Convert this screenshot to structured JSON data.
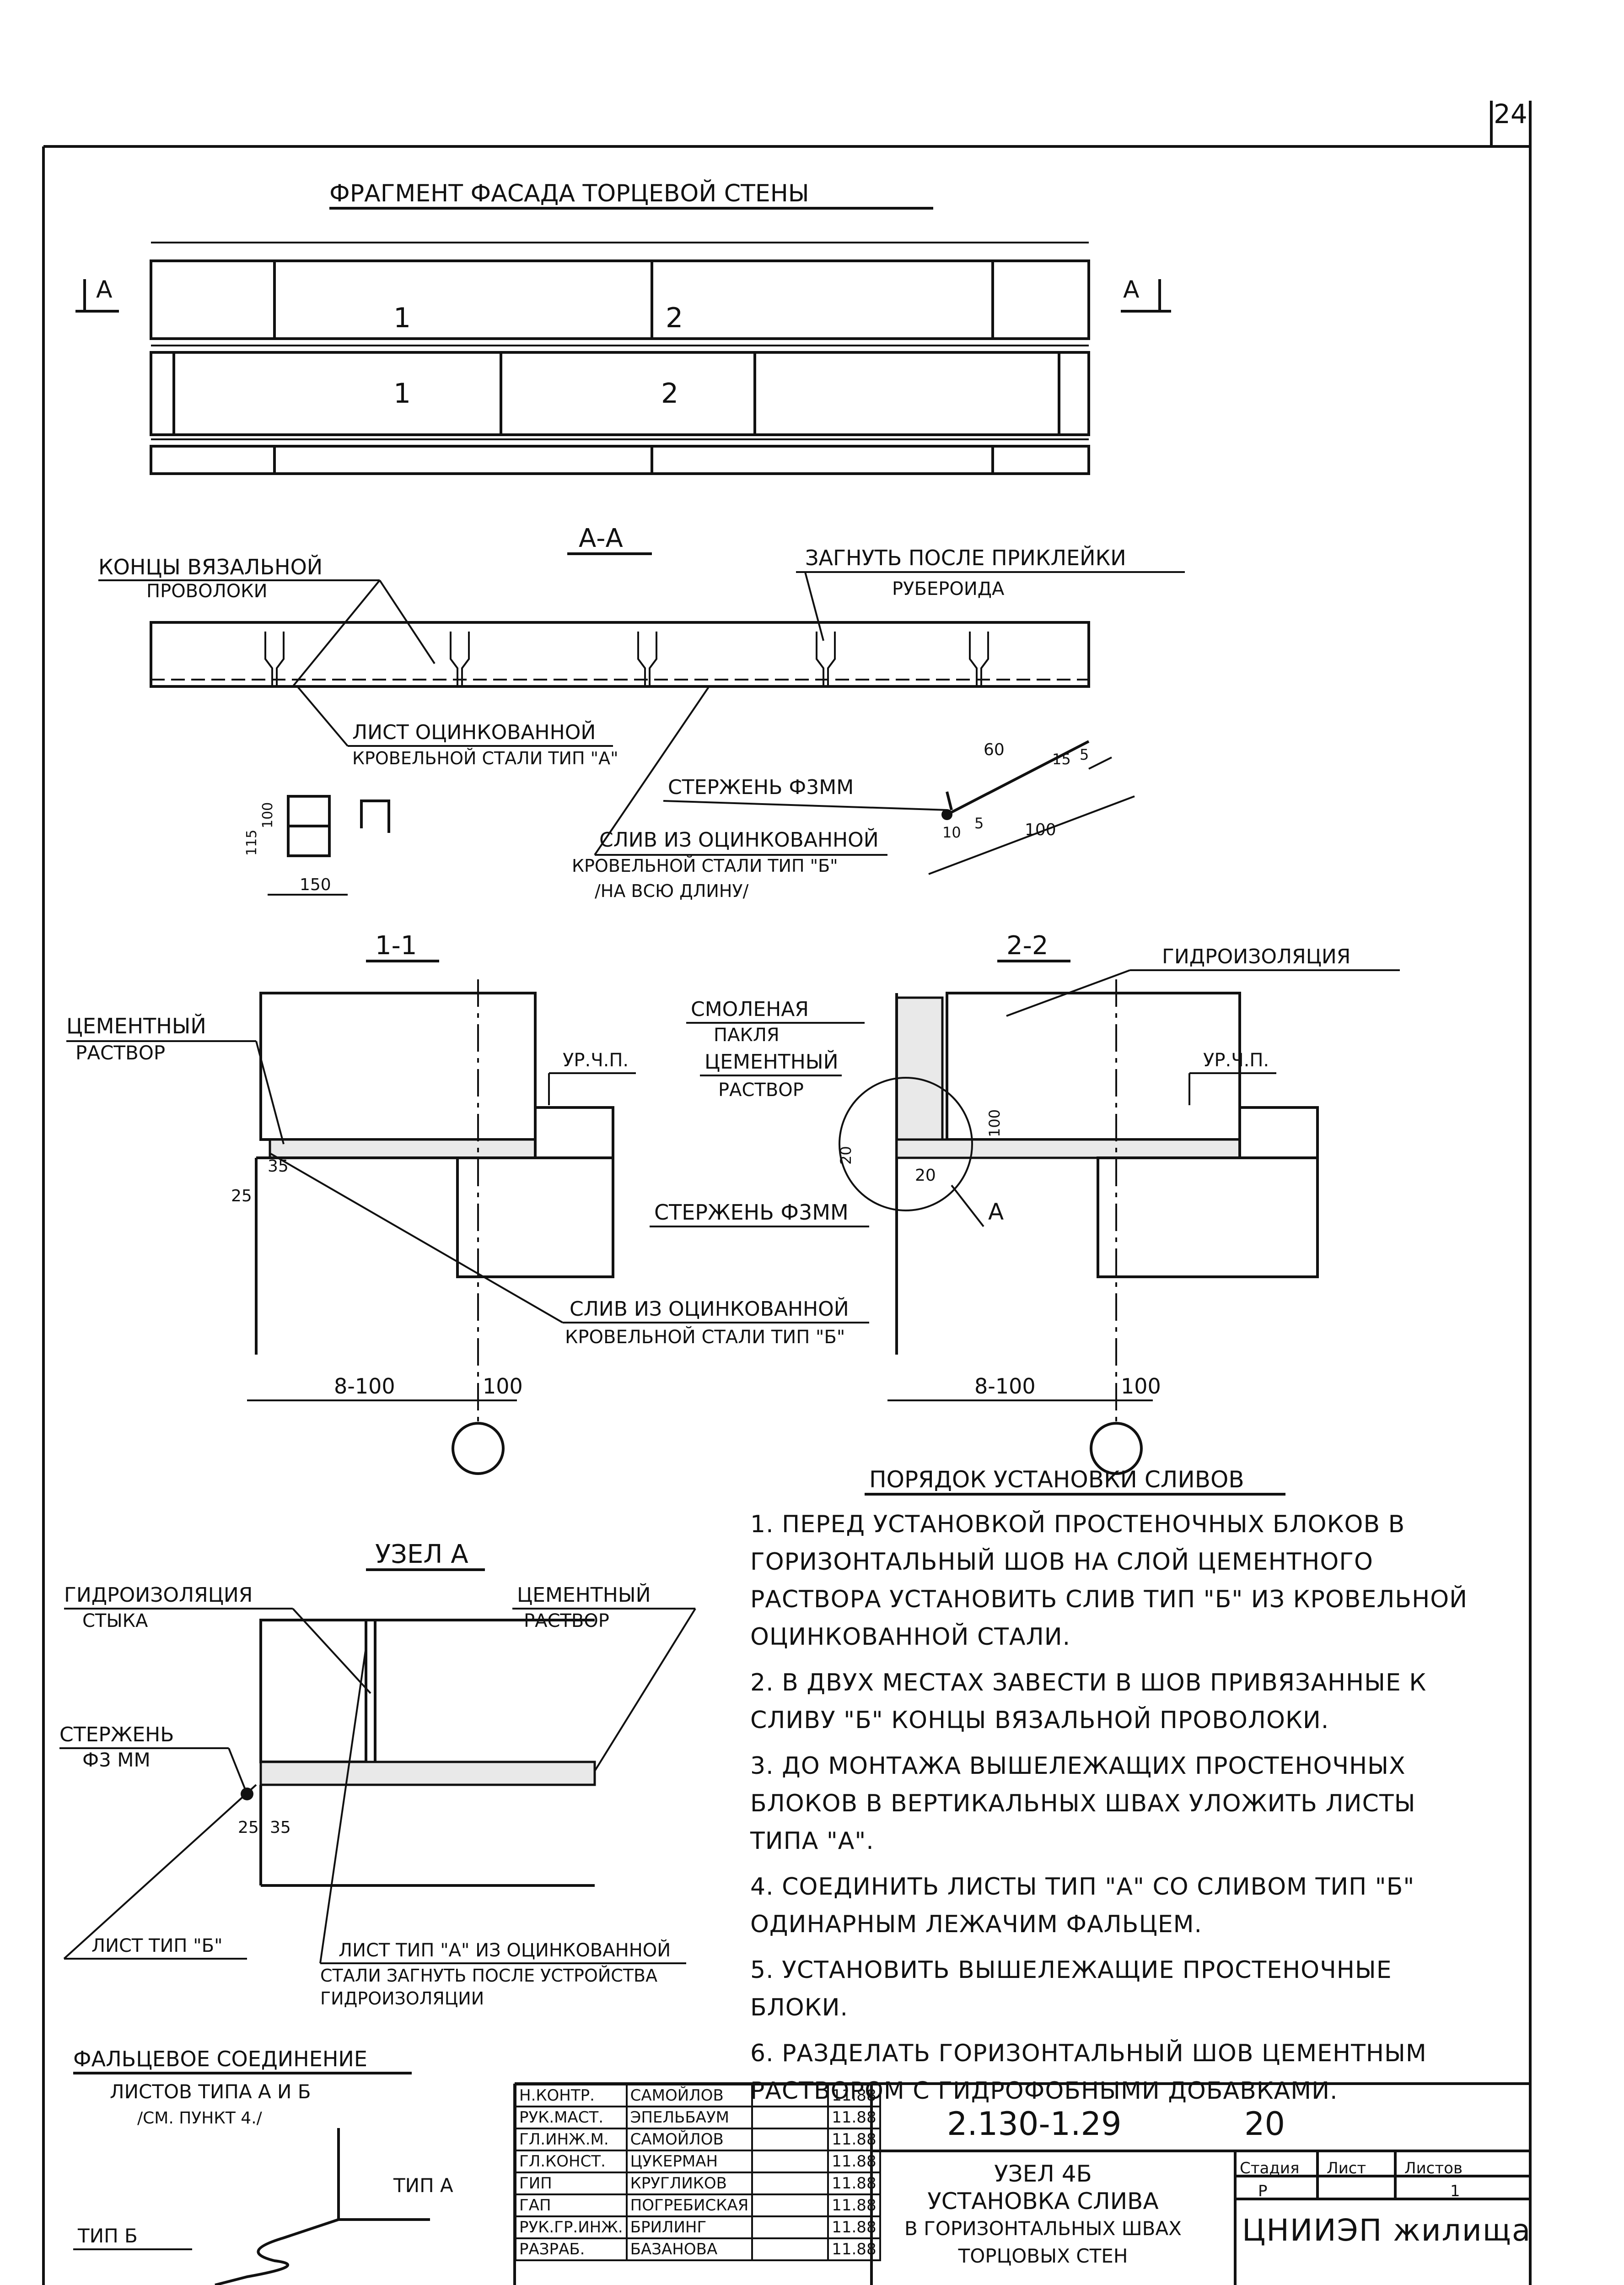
{
  "sheet_number": "24",
  "headings": {
    "facade": "Фрагмент фасада торцевой стены",
    "section_aa": "А-А",
    "section_11": "1-1",
    "section_22": "2-2",
    "node_a": "Узел А",
    "flashing_order": "Порядок установки сливов",
    "seam": "Фальцевое соединение"
  },
  "facade": {
    "cut_left": "А",
    "cut_right": "А",
    "panel_marks": [
      "1",
      "2",
      "1",
      "2"
    ]
  },
  "section_aa_labels": {
    "wire_ends": [
      "Концы вязальной",
      "проволоки"
    ],
    "bend_after": [
      "Загнуть после приклейки",
      "рубероида"
    ],
    "sheet_a": [
      "Лист оцинкованной",
      "кровельной стали тип \"А\""
    ],
    "rod": "Стержень Ф3мм",
    "flashing_b": [
      "Слив из оцинкованной",
      "кровельной стали тип \"Б\"",
      "/на всю длину/"
    ],
    "dims_small": [
      "115",
      "100",
      "150"
    ],
    "dims_profile": [
      "60",
      "15",
      "5",
      "10",
      "5",
      "100"
    ]
  },
  "section_11_labels": {
    "mortar": [
      "Цементный",
      "раствор"
    ],
    "level": "ур.ч.п.",
    "dims": [
      "35",
      "25",
      "8-100",
      "100"
    ],
    "flashing": [
      "Слив из оцинкованной",
      "кровельной стали тип \"Б\""
    ]
  },
  "section_22_labels": {
    "waterproofing": "Гидроизоляция",
    "tarred_tow": [
      "Смоленая",
      "пакля"
    ],
    "mortar": [
      "Цементный",
      "раствор"
    ],
    "level": "ур.ч.п.",
    "rod": "Стержень Ф3мм",
    "node": "А",
    "dims": [
      "20",
      "100",
      "20",
      "8-100",
      "100"
    ]
  },
  "node_a_labels": {
    "joint_waterproofing": [
      "Гидроизоляция",
      "стыка"
    ],
    "mortar": [
      "Цементный",
      "раствор"
    ],
    "rod": [
      "Стержень",
      "Ф3 мм"
    ],
    "dims": [
      "25",
      "35"
    ],
    "sheet_b": "Лист тип \"Б\"",
    "sheet_a": [
      "Лист тип \"А\" из оцинкованной",
      "стали загнуть после устройства",
      "гидроизоляции"
    ]
  },
  "seam_labels": {
    "subtitle": [
      "листов типа А и Б",
      "/см. пункт 4./"
    ],
    "type_a": "тип А",
    "type_b": "тип Б"
  },
  "notes": [
    "1. Перед установкой простеночных блоков в горизонтальный шов на слой цементного раствора установить слив тип \"Б\" из кровельной оцинкованной стали.",
    "2. В двух местах завести в шов привязанные к сливу \"Б\" концы вязальной проволоки.",
    "3. До монтажа вышележащих простеночных блоков в вертикальных швах уложить листы типа \"А\".",
    "4. Соединить листы тип \"А\" со сливом тип \"Б\" одинарным лежачим фальцем.",
    "5. Установить вышележащие простеночные блоки.",
    "6. Разделать горизонтальный шов цементным раствором с гидрофобными добавками."
  ],
  "title_block": {
    "rows": [
      {
        "role": "Н.контр.",
        "name": "Самойлов",
        "date": "11.88"
      },
      {
        "role": "Рук.маст.",
        "name": "Эпельбаум",
        "date": "11.88"
      },
      {
        "role": "Гл.инж.м.",
        "name": "Самойлов",
        "date": "11.88"
      },
      {
        "role": "Гл.конст.",
        "name": "Цукерман",
        "date": "11.88"
      },
      {
        "role": "ГИП",
        "name": "Кругликов",
        "date": "11.88"
      },
      {
        "role": "ГАП",
        "name": "Погребиская",
        "date": "11.88"
      },
      {
        "role": "Рук.гр.инж.",
        "name": "Брилинг",
        "date": "11.88"
      },
      {
        "role": "Разраб.",
        "name": "Базанова",
        "date": "11.88"
      }
    ],
    "code": "2.130-1.29",
    "sheet": "20",
    "title": [
      "Узел 4б",
      "Установка слива",
      "в горизонтальных швах",
      "торцовых стен"
    ],
    "stage_header": [
      "Стадия",
      "Лист",
      "Листов"
    ],
    "stage": "Р",
    "sheets": "1",
    "org": "ЦНИИЭП жилища"
  }
}
